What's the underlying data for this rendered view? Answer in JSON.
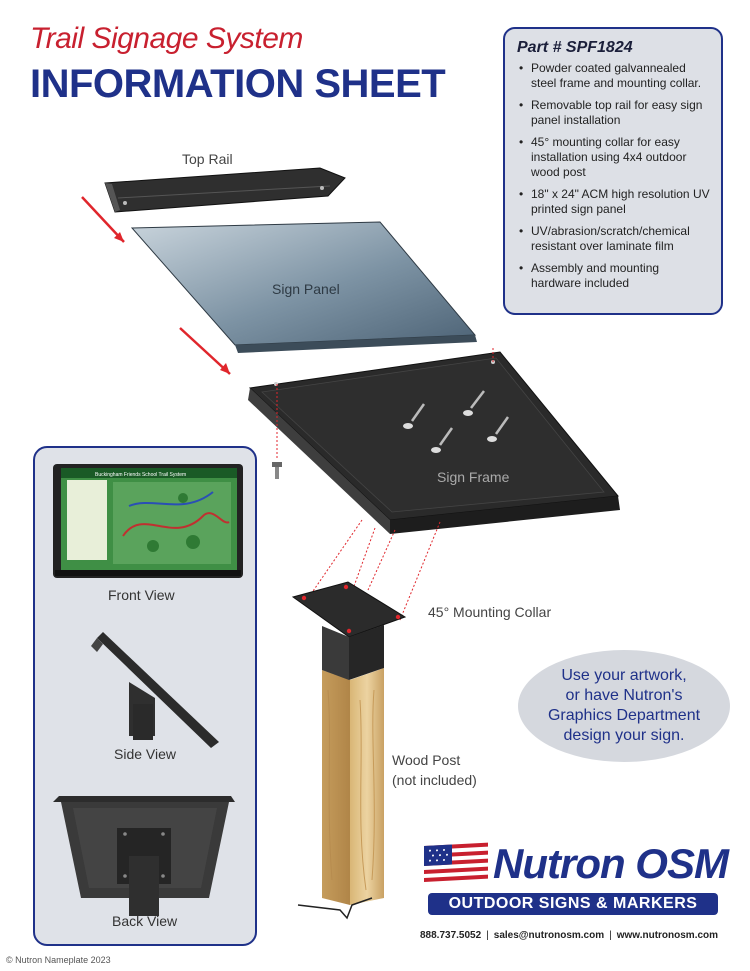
{
  "header": {
    "title": "Trail Signage System",
    "subtitle": "INFORMATION SHEET"
  },
  "spec_box": {
    "part_number": "Part # SPF1824",
    "features": [
      "Powder coated galvannealed steel frame and mounting collar.",
      "Removable top rail for easy sign panel installation",
      "45° mounting collar for easy installation using 4x4 outdoor wood post",
      "18\" x 24\" ACM high resolution UV printed sign panel",
      "UV/abrasion/scratch/chemical resistant over laminate film",
      "Assembly and mounting hardware included"
    ]
  },
  "diagram": {
    "top_rail_label": "Top Rail",
    "sign_panel_label": "Sign Panel",
    "sign_frame_label": "Sign Frame",
    "mounting_collar_label": "45° Mounting Collar",
    "wood_post_label_line1": "Wood Post",
    "wood_post_label_line2": "(not included)"
  },
  "views": {
    "front_view_label": "Front View",
    "side_view_label": "Side View",
    "back_view_label": "Back View",
    "sign_preview_title": "Buckingham Friends School Trail System"
  },
  "callout": {
    "text": "Use your artwork,\nor have Nutron's\nGraphics Department\ndesign your sign."
  },
  "brand": {
    "name": "Nutron OSM",
    "banner": "OUTDOOR SIGNS & MARKERS",
    "phone": "888.737.5052",
    "email": "sales@nutronosm.com",
    "website": "www.nutronosm.com"
  },
  "footer": {
    "copyright": "© Nutron Nameplate 2023"
  },
  "colors": {
    "accent_red": "#c8202f",
    "brand_blue": "#1f3189",
    "frame_dark": "#2b2b2b",
    "panel_blue": "#7f95a6",
    "post_wood": "#e2c58c"
  }
}
